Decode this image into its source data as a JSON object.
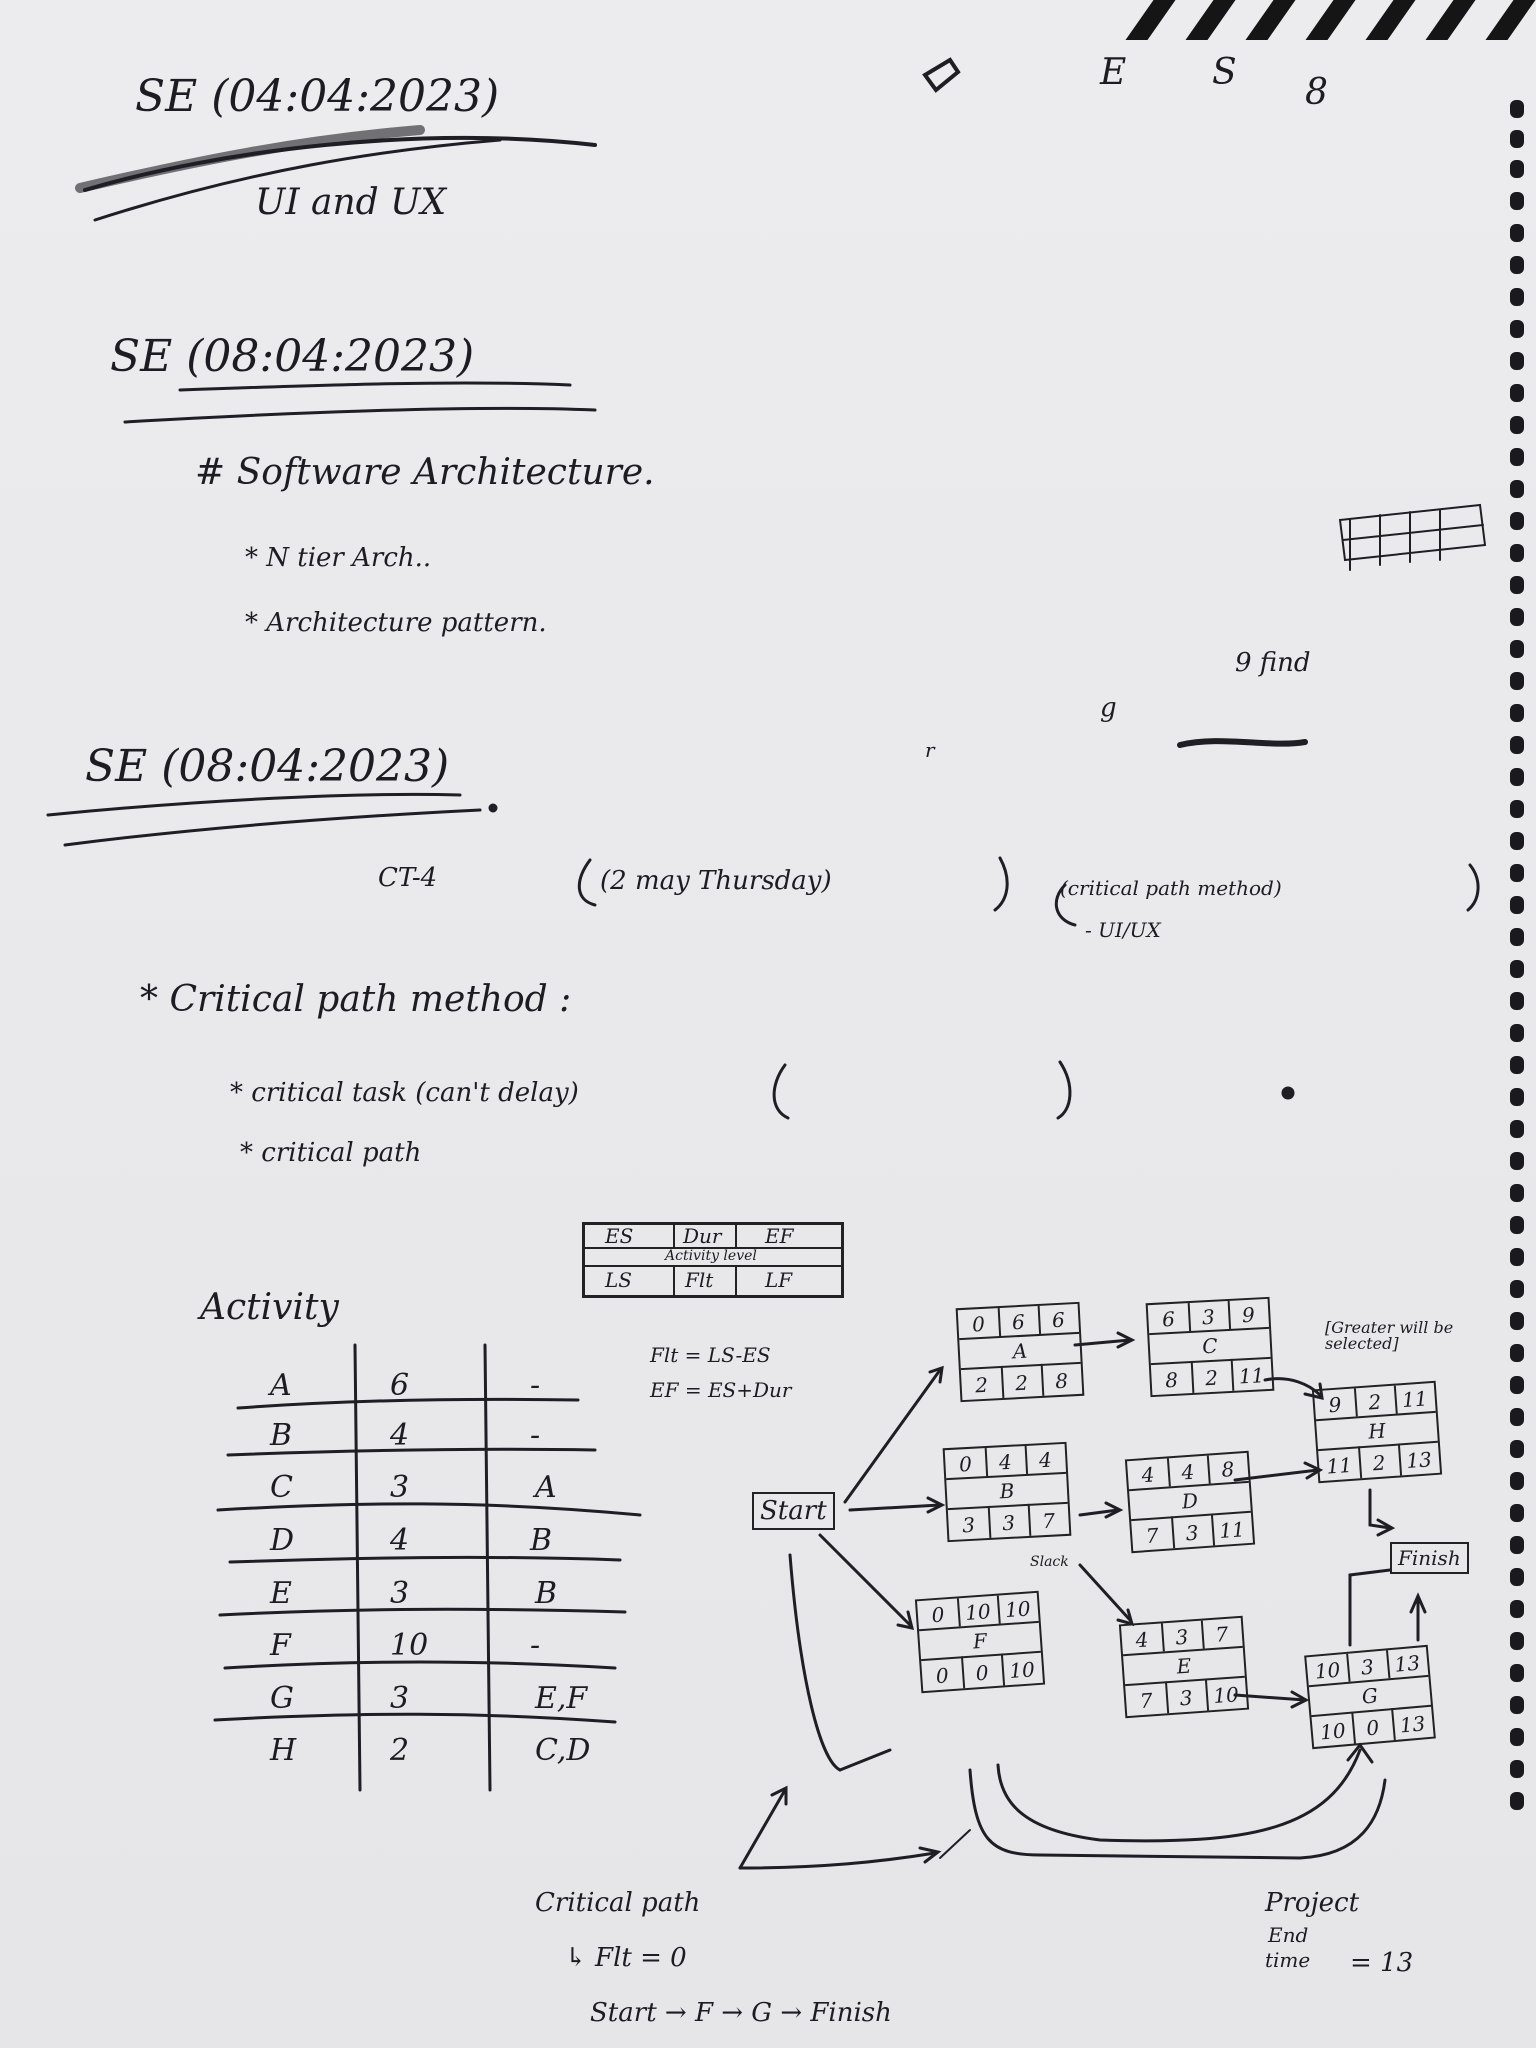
{
  "headings": {
    "h1": "SE (04:04:2023)",
    "h1_sub": "UI and UX",
    "h2": "SE (08:04:2023)",
    "h3": "SE (08:04:2023)"
  },
  "architecture": {
    "title": "# Software Architecture.",
    "items": [
      "* N tier Arch..",
      "* Architecture pattern."
    ]
  },
  "ct": {
    "label": "CT-4",
    "date": "(2 may Thursday)",
    "topics": "(critical path method)",
    "topic2": "- UI/UX"
  },
  "cpm": {
    "title": "* Critical path method :",
    "items": [
      "* critical task (can't delay)",
      "* critical path"
    ]
  },
  "legend": {
    "es": "ES",
    "dur": "Dur",
    "ef": "EF",
    "level": "Activity level",
    "ls": "LS",
    "flt": "Flt",
    "lf": "LF",
    "formula1": "Flt = LS-ES",
    "formula2": "EF = ES+Dur"
  },
  "activity_table": {
    "title": "Activity",
    "rows": [
      {
        "act": "A",
        "dur": "6",
        "pred": "-"
      },
      {
        "act": "B",
        "dur": "4",
        "pred": "-"
      },
      {
        "act": "C",
        "dur": "3",
        "pred": "A"
      },
      {
        "act": "D",
        "dur": "4",
        "pred": "B"
      },
      {
        "act": "E",
        "dur": "3",
        "pred": "B"
      },
      {
        "act": "F",
        "dur": "10",
        "pred": "-"
      },
      {
        "act": "G",
        "dur": "3",
        "pred": "E,F"
      },
      {
        "act": "H",
        "dur": "2",
        "pred": "C,D"
      }
    ]
  },
  "network": {
    "start": "Start",
    "finish": "Finish",
    "note": "[Greater will be selected]",
    "slack_label": "Slack",
    "nodes": {
      "A": {
        "top": [
          "0",
          "6",
          "6"
        ],
        "name": "A",
        "bottom": [
          "2",
          "2",
          "8"
        ]
      },
      "C": {
        "top": [
          "6",
          "3",
          "9"
        ],
        "name": "C",
        "bottom": [
          "8",
          "2",
          "11"
        ]
      },
      "H": {
        "top": [
          "9",
          "2",
          "11"
        ],
        "name": "H",
        "bottom": [
          "11",
          "2",
          "13"
        ]
      },
      "B": {
        "top": [
          "0",
          "4",
          "4"
        ],
        "name": "B",
        "bottom": [
          "3",
          "3",
          "7"
        ]
      },
      "D": {
        "top": [
          "4",
          "4",
          "8"
        ],
        "name": "D",
        "bottom": [
          "7",
          "3",
          "11"
        ]
      },
      "F": {
        "top": [
          "0",
          "10",
          "10"
        ],
        "name": "F",
        "bottom": [
          "0",
          "0",
          "10"
        ]
      },
      "E": {
        "top": [
          "4",
          "3",
          "7"
        ],
        "name": "E",
        "bottom": [
          "7",
          "3",
          "10"
        ]
      },
      "G": {
        "top": [
          "10",
          "3",
          "13"
        ],
        "name": "G",
        "bottom": [
          "10",
          "0",
          "13"
        ]
      }
    }
  },
  "critical": {
    "label": "Critical path",
    "flt": "↳ Flt = 0",
    "path": "Start → F → G → Finish"
  },
  "project": {
    "line1": "Project",
    "line2": "End",
    "line3": "time",
    "value": "= 13"
  },
  "scribbles": {
    "top_right": [
      "E",
      "S",
      "8"
    ],
    "margin": [
      "9 find",
      "g",
      "r"
    ]
  }
}
